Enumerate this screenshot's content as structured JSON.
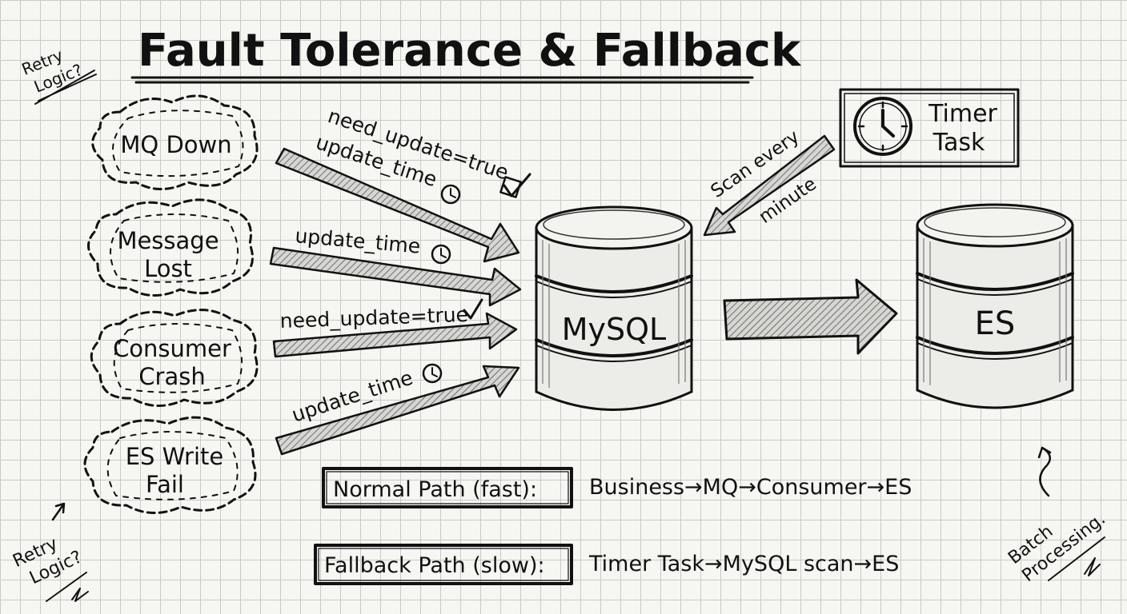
{
  "title": "Fault Tolerance & Fallback",
  "notes": {
    "retry_top": [
      "Retry",
      "Logic?"
    ],
    "retry_bottom": [
      "Retry",
      "Logic?"
    ],
    "batch": [
      "Batch",
      "Processing."
    ]
  },
  "failures": [
    {
      "lines": [
        "MQ Down"
      ]
    },
    {
      "lines": [
        "Message",
        "Lost"
      ]
    },
    {
      "lines": [
        "Consumer",
        "Crash"
      ]
    },
    {
      "lines": [
        "ES Write",
        "Fail"
      ]
    }
  ],
  "arrow_labels": {
    "a1_line1": "need_update=true",
    "a1_line2": "update_time",
    "a2": "update_time",
    "a3": "need_update=true",
    "a4": "update_time"
  },
  "timer": {
    "label": [
      "Timer",
      "Task"
    ]
  },
  "scan_label": [
    "Scan every",
    "minute"
  ],
  "mysql_label": "MySQL",
  "es_label": "ES",
  "paths": {
    "normal_label": "Normal Path (fast):",
    "normal_value": "Business→MQ→Consumer→ES",
    "fallback_label": "Fallback Path (slow):",
    "fallback_value": "Timer Task→MySQL scan→ES"
  },
  "icons": [
    "check-box-icon",
    "clock-icon",
    "check-icon",
    "timer-clock-icon"
  ],
  "colors": {
    "ink": "#111111",
    "paper": "#f6f6f3",
    "grid": "#c9c9c6",
    "arrow_fill": "#bdbdbd"
  }
}
